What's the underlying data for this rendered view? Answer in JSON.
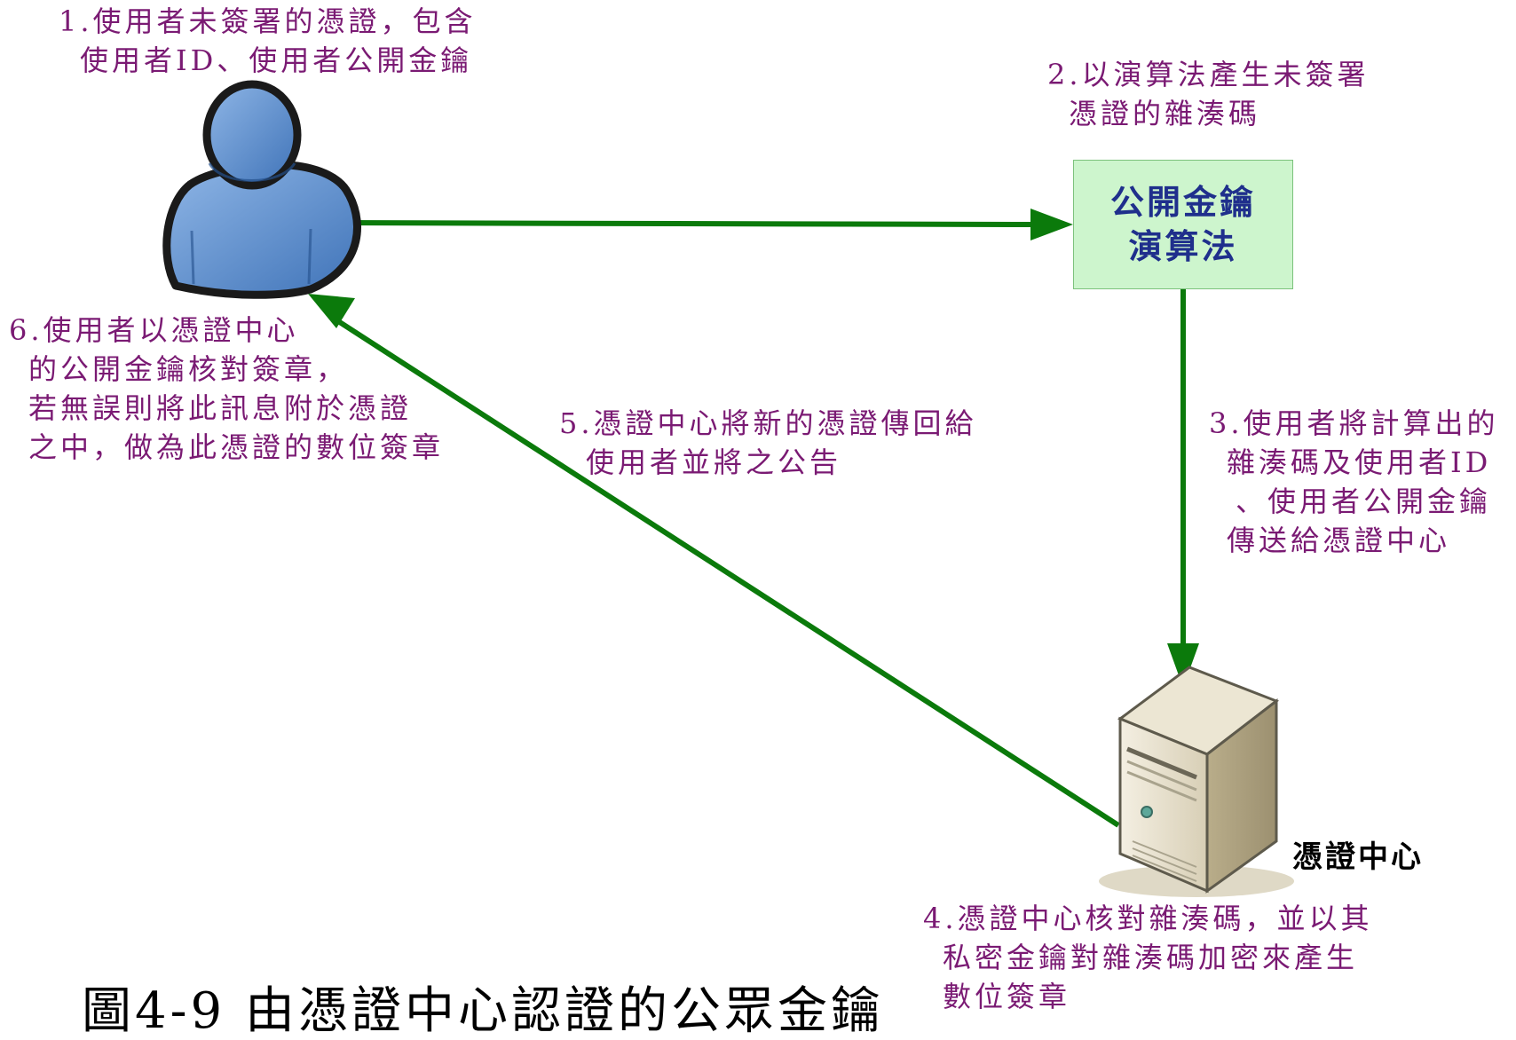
{
  "notes": {
    "step1": [
      "1.使用者未簽署的憑證，包含",
      "使用者ID、使用者公開金鑰"
    ],
    "step2": [
      "2.以演算法產生未簽署",
      "憑證的雜湊碼"
    ],
    "step3": [
      "3.使用者將計算出的",
      "雜湊碼及使用者ID",
      "、使用者公開金鑰",
      "傳送給憑證中心"
    ],
    "step4": [
      "4.憑證中心核對雜湊碼，並以其",
      "私密金鑰對雜湊碼加密來產生",
      "數位簽章"
    ],
    "step5": [
      "5.憑證中心將新的憑證傳回給",
      "使用者並將之公告"
    ],
    "step6": [
      "6.使用者以憑證中心",
      "的公開金鑰核對簽章，",
      "若無誤則將此訊息附於憑證",
      "之中，做為此憑證的數位簽章"
    ]
  },
  "algorithm_box": {
    "line1": "公開金鑰",
    "line2": "演算法"
  },
  "server_label": "憑證中心",
  "caption": "圖4-9 由憑證中心認證的公眾金鑰",
  "icons": {
    "user": "user-icon",
    "server": "server-icon"
  },
  "colors": {
    "arrow": "#0b7a0b",
    "note_text": "#7a1a73",
    "box_fill": "#cdf5cd",
    "box_text": "#1f2f8c"
  }
}
